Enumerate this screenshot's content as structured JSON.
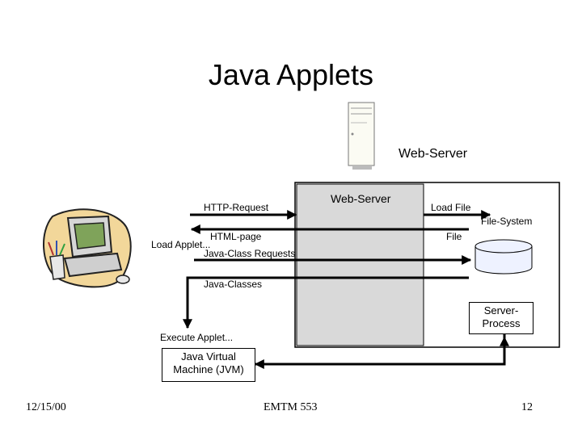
{
  "slide": {
    "title": "Java Applets",
    "footer_date": "12/15/00",
    "footer_center": "EMTM 553",
    "footer_page": "12"
  },
  "diagram": {
    "server_icon_label": "Web-Server",
    "server_box_label": "Web-Server",
    "http_request": "HTTP-Request",
    "load_file": "Load File",
    "file_system": "File-System",
    "html_page": "HTML-page",
    "file": "File",
    "load_applet": "Load Applet...",
    "java_class_requests": "Java-Class Requests",
    "java_classes": "Java-Classes",
    "server_process_line1": "Server-",
    "server_process_line2": "Process",
    "execute_applet": "Execute Applet...",
    "jvm_line1": "Java Virtual",
    "jvm_line2": "Machine (JVM)"
  },
  "colors": {
    "gray_panel": "#d9d9d9",
    "cylinder_fill": "#eef2ff",
    "monitor_screen": "#7fa35a",
    "blob_fill": "#f2d79a"
  }
}
